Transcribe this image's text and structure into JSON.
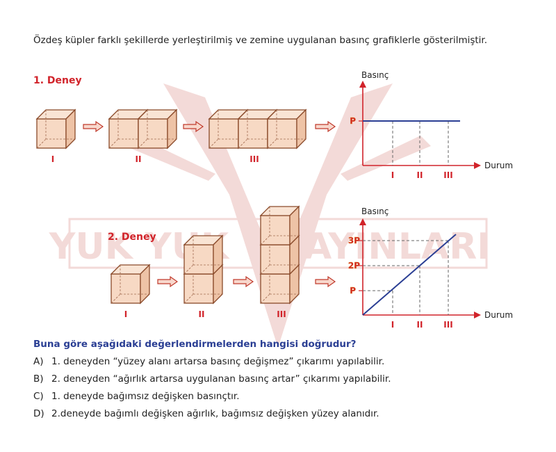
{
  "intro_text": "Özdeş küpler farklı şekillerde yerleştirilmiş ve zemine uygulanan basınç grafiklerle gösterilmiştir.",
  "watermark": {
    "left": "YUK YUK",
    "right": "YAYINLARI"
  },
  "experiment1": {
    "title": "1. Deney",
    "labels": [
      "I",
      "II",
      "III"
    ]
  },
  "experiment2": {
    "title": "2. Deney",
    "labels": [
      "I",
      "II",
      "III"
    ]
  },
  "chart_data": [
    {
      "type": "line",
      "ylabel": "Basınç",
      "xlabel": "Durum",
      "categories": [
        "I",
        "II",
        "III"
      ],
      "y_ticks": [
        "P"
      ],
      "values": [
        "P",
        "P",
        "P"
      ]
    },
    {
      "type": "line",
      "ylabel": "Basınç",
      "xlabel": "Durum",
      "categories": [
        "I",
        "II",
        "III"
      ],
      "y_ticks": [
        "P",
        "2P",
        "3P"
      ],
      "values": [
        "P",
        "2P",
        "3P"
      ]
    }
  ],
  "question": "Buna göre aşağıdaki değerlendirmelerden hangisi doğrudur?",
  "options": [
    {
      "letter": "A)",
      "text": "1. deneyden “yüzey alanı artarsa basınç değişmez” çıkarımı yapılabilir."
    },
    {
      "letter": "B)",
      "text": "2. deneyden “ağırlık artarsa uygulanan basınç artar” çıkarımı yapılabilir."
    },
    {
      "letter": "C)",
      "text": "1. deneyde bağımsız değişken basınçtır."
    },
    {
      "letter": "D)",
      "text": "2.deneyde bağımlı değişken ağırlık, bağımsız değişken yüzey alanıdır."
    }
  ],
  "colors": {
    "red": "#d1232a",
    "blue": "#2b3f94",
    "cube_face": "#f7d9c4",
    "cube_edge": "#8a4a2a",
    "arrow_fill": "#f8d7cc",
    "tick_orange": "#e08a1e"
  }
}
